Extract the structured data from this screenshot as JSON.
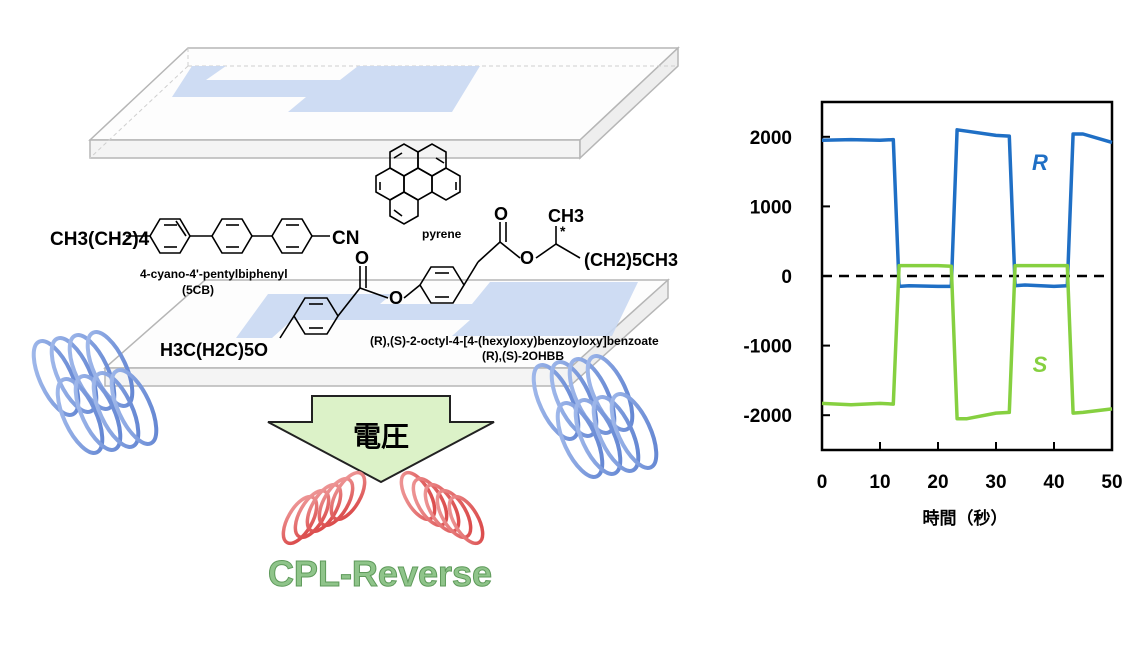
{
  "diagram": {
    "molecules": {
      "lc_formula": "CH3(CH2)4",
      "lc_group": "CN",
      "lc_name": "4-cyano-4'-pentylbiphenyl",
      "lc_abbr": "(5CB)",
      "pyrene_label": "pyrene",
      "chiral_mark": "*",
      "ester_top": "CH3",
      "ester_chain": "(CH2)5CH3",
      "ester_o": "O",
      "dopant_alkoxy": "H3C(H2C)5O",
      "dopant_name": "(R),(S)-2-octyl-4-[4-(hexyloxy)benzoyloxy]benzoate",
      "dopant_abbr": "(R),(S)-2OHBB"
    },
    "arrow_label": "電圧",
    "result_label": "CPL-Reverse",
    "colors": {
      "helix_blue": "#6f92d6",
      "helix_red": "#e05a5a",
      "arrow_fill": "#dcf2c8",
      "electrode": "#c9d8f2",
      "result_text": "#8fc48a"
    }
  },
  "chart_data": {
    "type": "line",
    "xlabel": "時間（秒）",
    "ylabel": "",
    "xlim": [
      0,
      50
    ],
    "ylim": [
      -2500,
      2500
    ],
    "xticks": [
      0,
      10,
      20,
      30,
      40,
      50
    ],
    "yticks": [
      2000,
      1000,
      0,
      -1000,
      -2000
    ],
    "grid": false,
    "baseline": 0,
    "series": [
      {
        "name": "R",
        "color": "#1f6fc5",
        "x": [
          0,
          5,
          10,
          12.3,
          13.3,
          15,
          20,
          22.3,
          23.3,
          25,
          30,
          32.3,
          33.3,
          35,
          40,
          42.3,
          43.3,
          45,
          50
        ],
        "values": [
          1950,
          1960,
          1950,
          1960,
          -150,
          -140,
          -150,
          -150,
          2100,
          2080,
          2020,
          2010,
          -140,
          -130,
          -150,
          -140,
          2040,
          2040,
          1920
        ]
      },
      {
        "name": "S",
        "color": "#86d040",
        "x": [
          0,
          5,
          10,
          12.3,
          13.3,
          15,
          20,
          22.3,
          23.3,
          25,
          30,
          32.3,
          33.3,
          35,
          40,
          42.3,
          43.3,
          45,
          50
        ],
        "values": [
          -1830,
          -1850,
          -1830,
          -1840,
          150,
          150,
          150,
          140,
          -2050,
          -2050,
          -1970,
          -1960,
          150,
          150,
          150,
          150,
          -1970,
          -1960,
          -1910
        ]
      }
    ]
  }
}
